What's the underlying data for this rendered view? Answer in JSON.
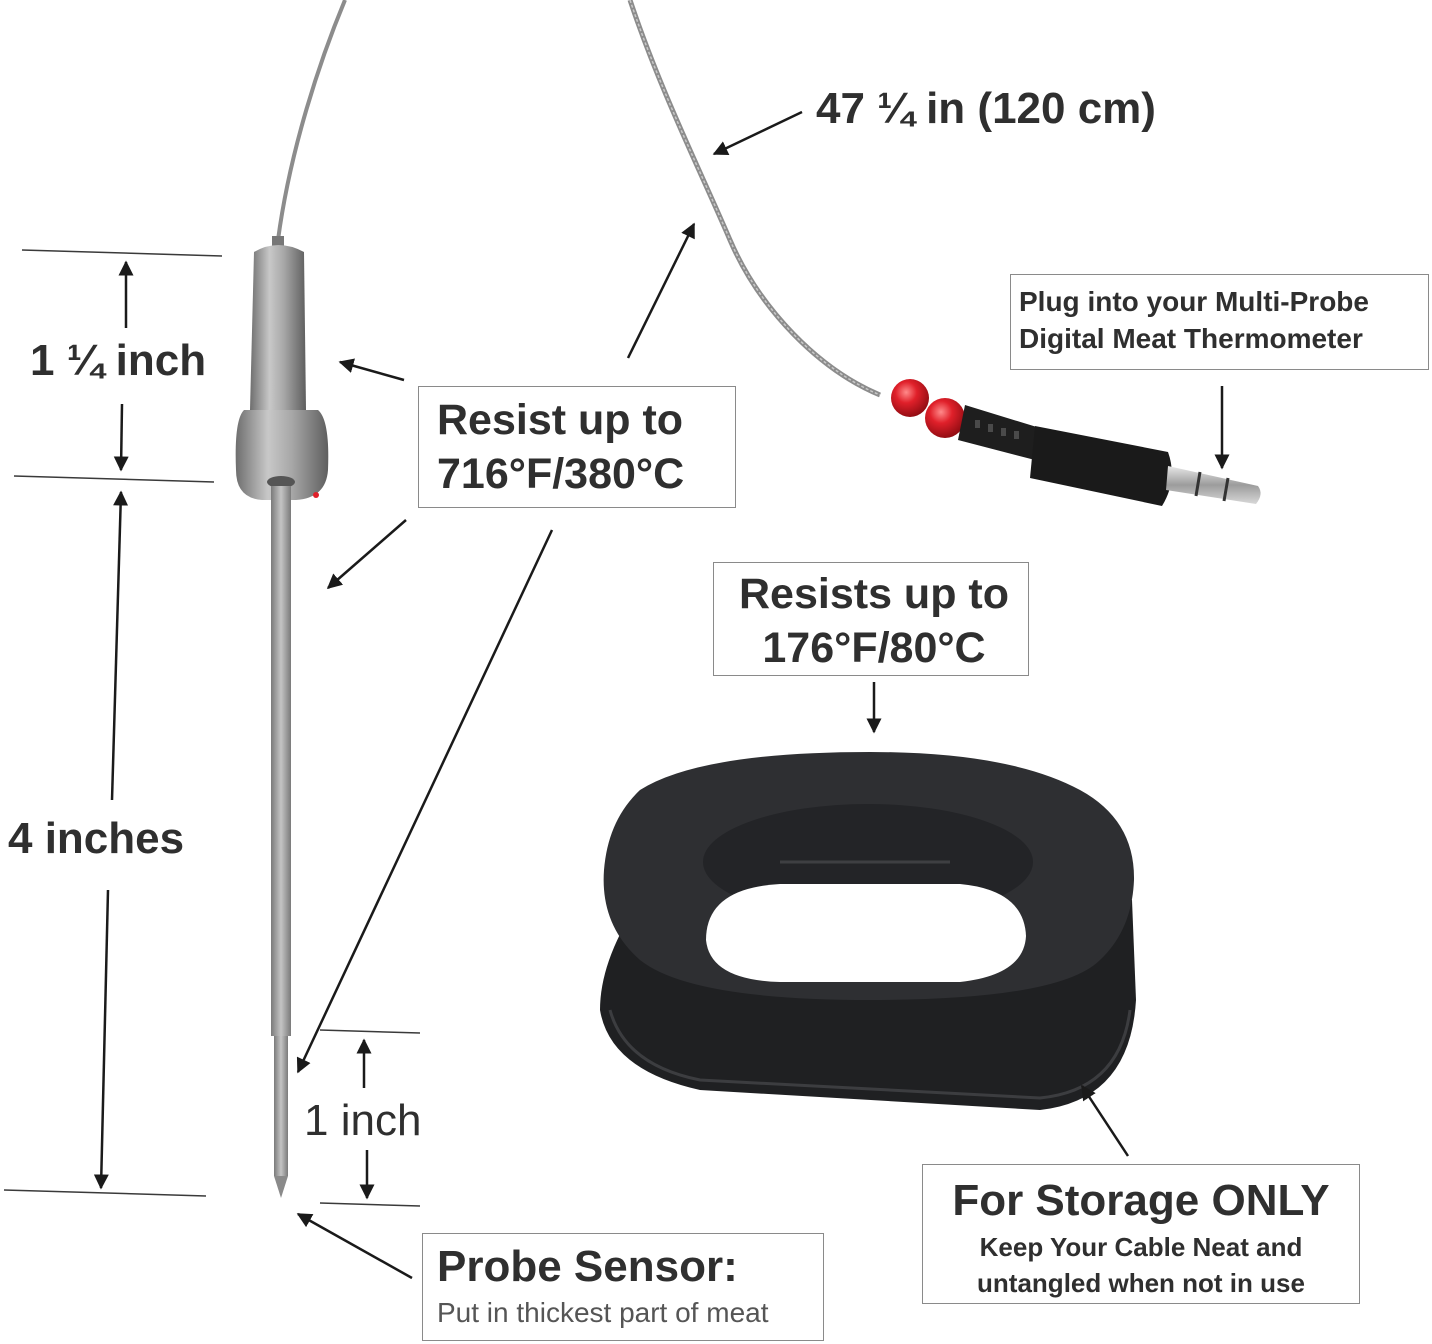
{
  "labels": {
    "cable_length": "47 ¼ in (120 cm)",
    "handle_length": "1 ¼ inch",
    "probe_length": "4 inches",
    "tip_length": "1 inch"
  },
  "callouts": {
    "plug": {
      "line1": "Plug into your Multi-Probe",
      "line2": "Digital Meat Thermometer"
    },
    "probe_heat": {
      "line1": "Resist up to",
      "line2": "716°F/380°C"
    },
    "storage_heat": {
      "line1": "Resists up to",
      "line2": "176°F/80°C"
    },
    "sensor": {
      "title": "Probe Sensor:",
      "subtitle": "Put in thickest part of meat"
    },
    "storage": {
      "title": "For Storage ONLY",
      "line1": "Keep Your Cable Neat and",
      "line2": "untangled when not in use"
    }
  },
  "colors": {
    "text": "#2f2f2f",
    "steel": "#9a9a9a",
    "plug_red": "#e0202a",
    "plug_black": "#1e1e1e",
    "winder": "#2e2f32"
  },
  "icons": [
    "temperature-probe-icon",
    "cable-winder-icon",
    "audio-plug-icon"
  ]
}
